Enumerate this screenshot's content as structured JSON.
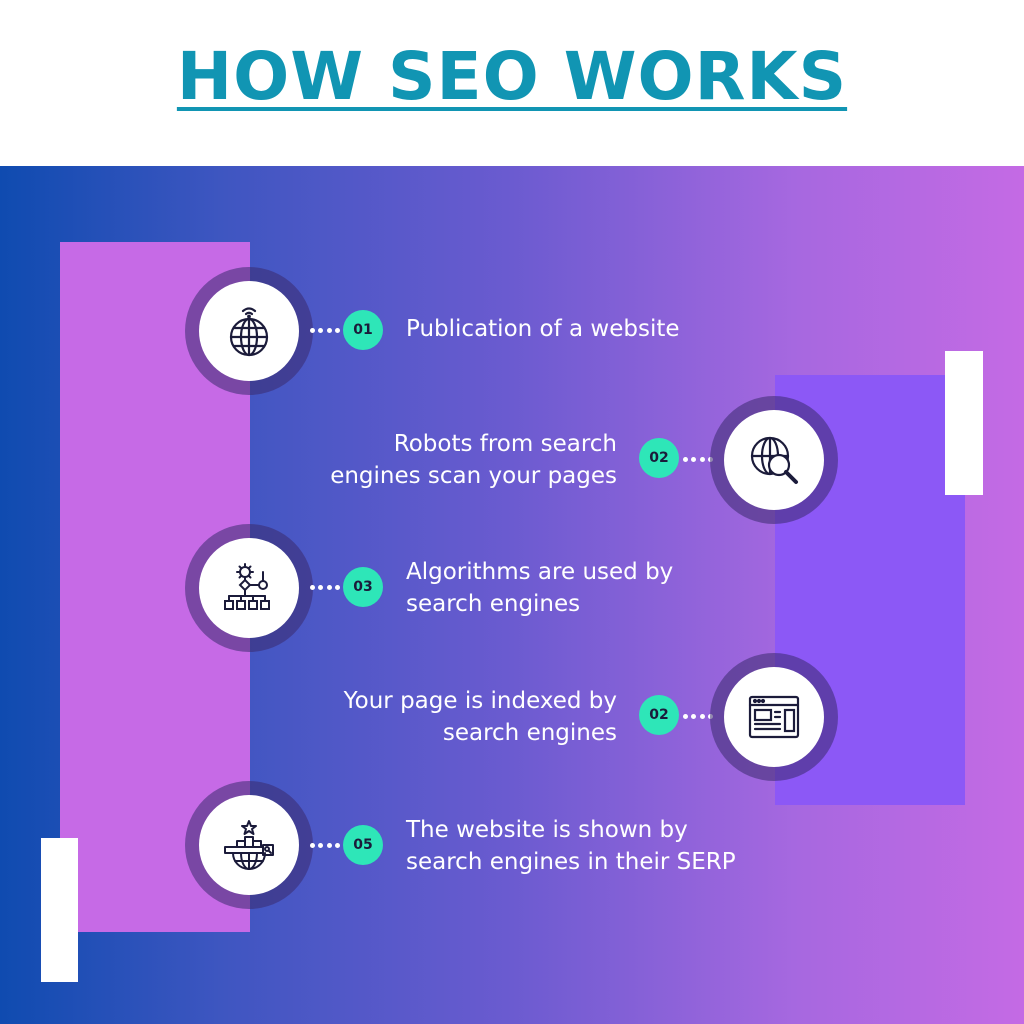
{
  "title": "HOW SEO WORKS",
  "colors": {
    "title": "#1195b3",
    "badge": "#2ee6b8",
    "gradient_start": "#0f4bb0",
    "gradient_end": "#c46ae4",
    "left_block": "#c66ae6",
    "right_block": "#8c58f6"
  },
  "steps": [
    {
      "badge": "01",
      "lines": [
        "Publication of a website"
      ],
      "icon": "globe-wifi-icon"
    },
    {
      "badge": "02",
      "lines": [
        "Robots from search",
        "engines scan your pages"
      ],
      "icon": "globe-magnifier-icon"
    },
    {
      "badge": "03",
      "lines": [
        "Algorithms are used by",
        "search engines"
      ],
      "icon": "algorithm-flowchart-icon"
    },
    {
      "badge": "02",
      "lines": [
        "Your page is indexed by",
        "search engines"
      ],
      "icon": "browser-window-icon"
    },
    {
      "badge": "05",
      "lines": [
        "The website is shown by",
        "search engines in their SERP"
      ],
      "icon": "ranking-podium-globe-icon"
    }
  ]
}
